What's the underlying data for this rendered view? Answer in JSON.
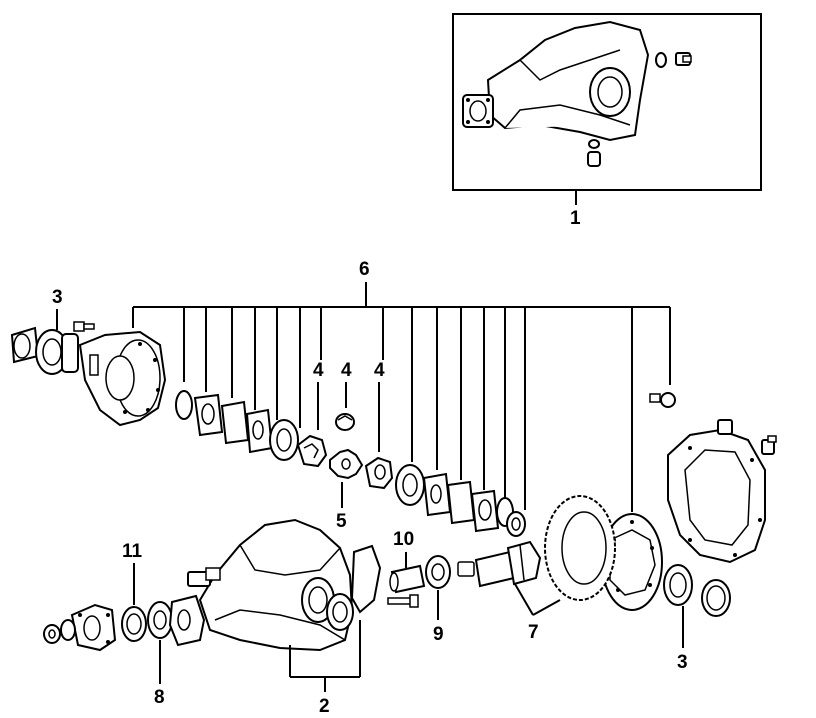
{
  "callouts": {
    "c1": "1",
    "c2": "2",
    "c3_left": "3",
    "c3_right": "3",
    "c4_a": "4",
    "c4_b": "4",
    "c4_c": "4",
    "c5": "5",
    "c6": "6",
    "c7": "7",
    "c8": "8",
    "c9": "9",
    "c10": "10",
    "c11": "11"
  }
}
